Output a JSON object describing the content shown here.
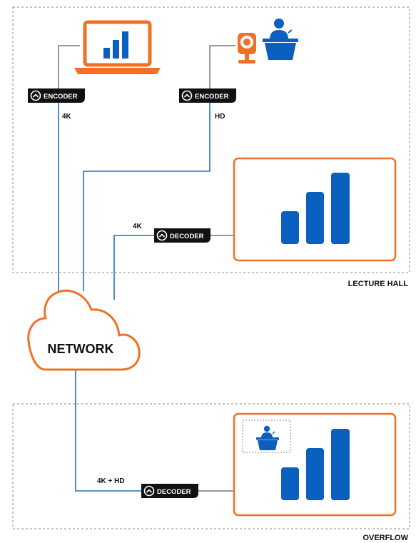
{
  "zones": {
    "lecture_hall": "LECTURE HALL",
    "overflow": "OVERFLOW"
  },
  "network": {
    "label": "NETWORK"
  },
  "encoder_laptop": {
    "label": "ENCODER",
    "signal": "4K",
    "icon": "laptop-chart-icon"
  },
  "encoder_camera": {
    "label": "ENCODER",
    "signal": "HD",
    "icon": "webcam-icon"
  },
  "decoder_lecture": {
    "label": "DECODER",
    "signal": "4K"
  },
  "decoder_overflow": {
    "label": "DECODER",
    "signal": "4K + HD"
  },
  "icons": {
    "presenter": "presenter-at-podium-icon",
    "brand_badge": "chevron-up-circle-icon"
  },
  "colors": {
    "accent_orange": "#f07125",
    "line_blue": "#1a73c8",
    "bar_blue": "#0b5fbf",
    "badge_black": "#111111",
    "dashed_border": "#888888"
  }
}
